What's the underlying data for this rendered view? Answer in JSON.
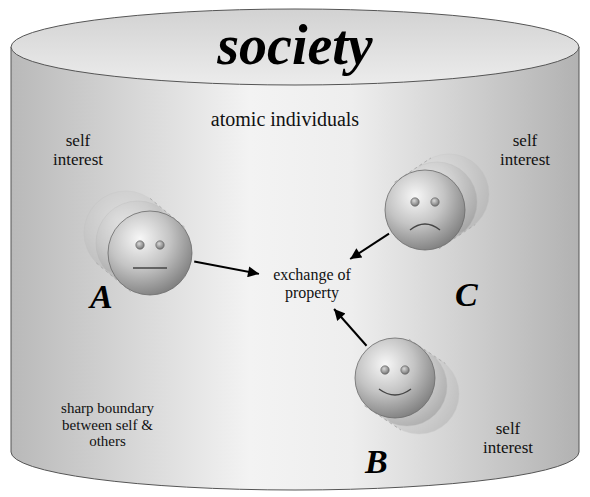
{
  "diagram": {
    "nodes": [
      {
        "text": [
          "society"
        ]
      },
      {
        "text": [
          "self interest",
          "A"
        ],
        "in": 0
      },
      {
        "text": [
          "self interest",
          "C"
        ],
        "in": 0
      },
      {
        "text": [
          "exchange of property"
        ],
        "in": 0
      },
      {
        "text": [
          "self interest",
          "B"
        ],
        "in": 0
      }
    ],
    "edges": [
      {
        "from": 1,
        "to": 3,
        "arrow": "to"
      },
      {
        "from": 2,
        "to": 3,
        "arrow": "to"
      },
      {
        "from": 4,
        "to": 3,
        "arrow": "to"
      }
    ],
    "labels": [
      "atomic individuals",
      "sharp boundary between self & others"
    ]
  }
}
